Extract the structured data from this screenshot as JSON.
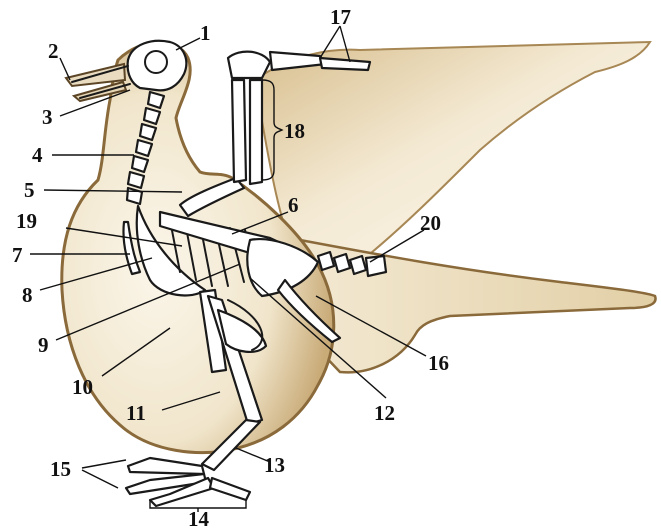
{
  "diagram": {
    "subject": "bird-skeleton",
    "colors": {
      "body_fill": "#f6efdf",
      "body_outline": "#8a6a3a",
      "shading": "#c9ab78",
      "bone_stroke": "#1a1a1a",
      "label_color": "#111111"
    },
    "labels": [
      "1",
      "2",
      "3",
      "4",
      "5",
      "6",
      "7",
      "8",
      "9",
      "10",
      "11",
      "12",
      "13",
      "14",
      "15",
      "16",
      "17",
      "18",
      "19",
      "20"
    ]
  }
}
